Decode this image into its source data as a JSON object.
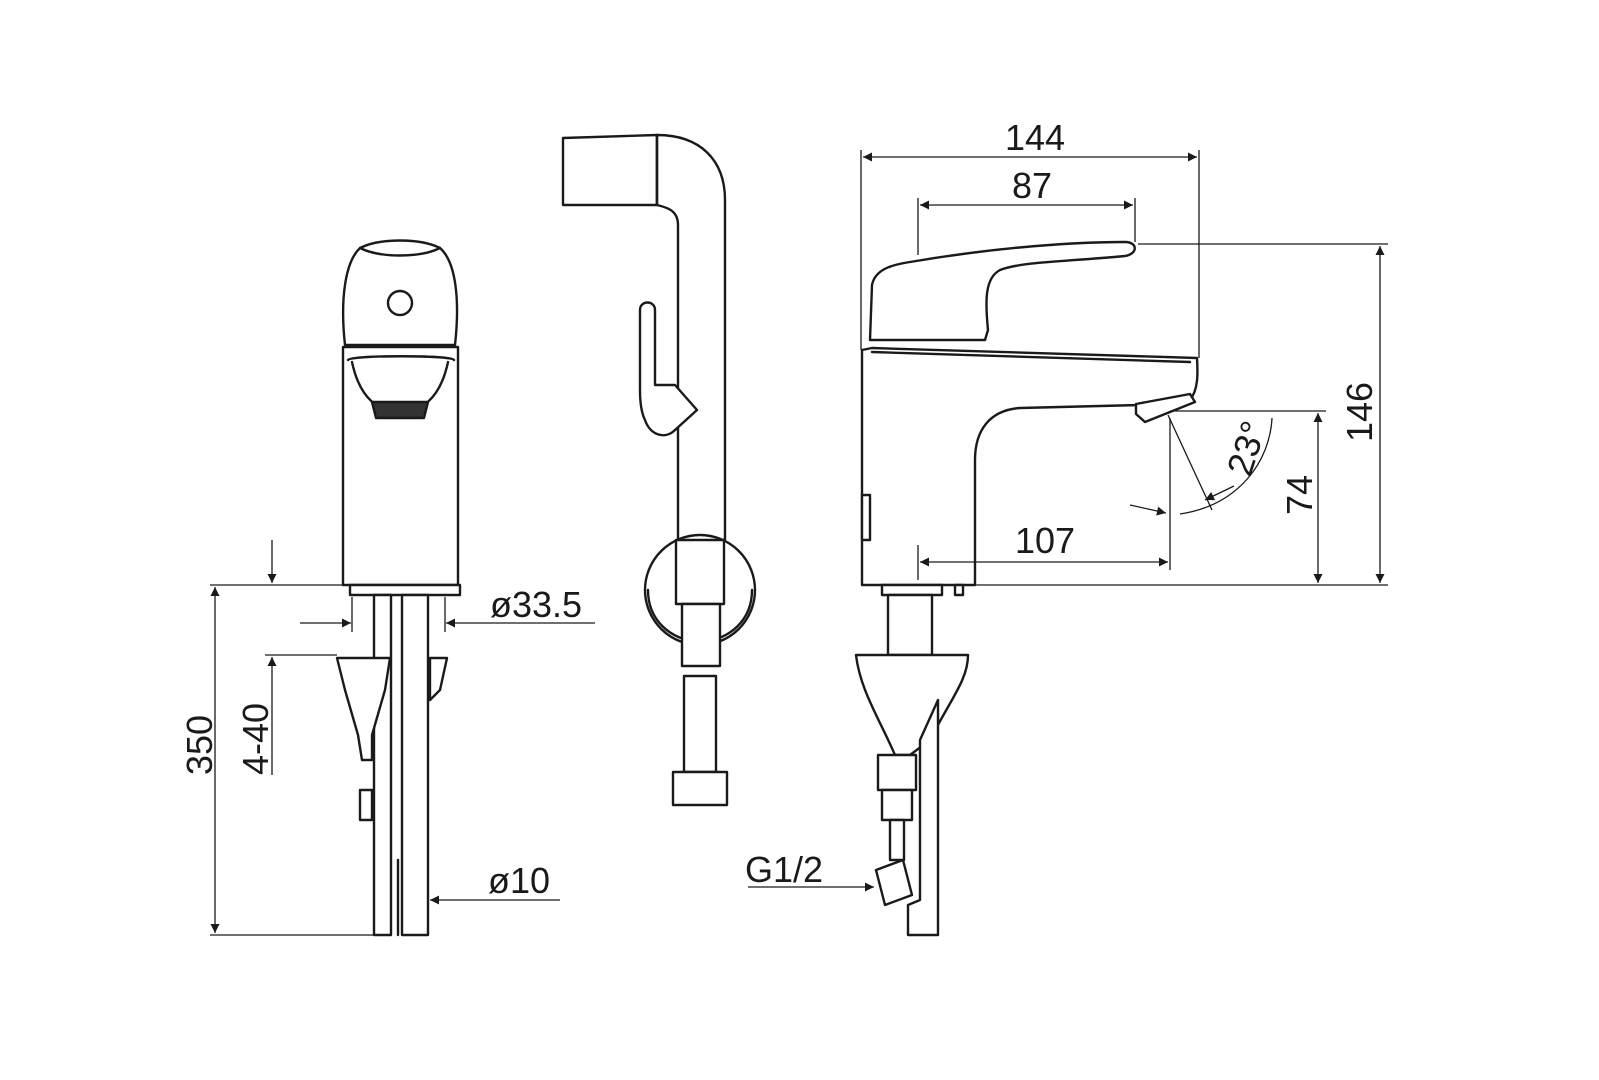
{
  "drawing": {
    "views": [
      "front-view",
      "hand-shower-side-view",
      "mixer-side-view"
    ],
    "dimensions": {
      "overall_length": "144",
      "handle_length": "87",
      "overall_height": "146",
      "spout_height": "74",
      "spout_angle": "23°",
      "spout_reach": "107",
      "body_diameter": "ø33.5",
      "hose_length": "350",
      "deck_thickness": "4-40",
      "pipe_diameter": "ø10",
      "connection_thread": "G1/2"
    }
  }
}
